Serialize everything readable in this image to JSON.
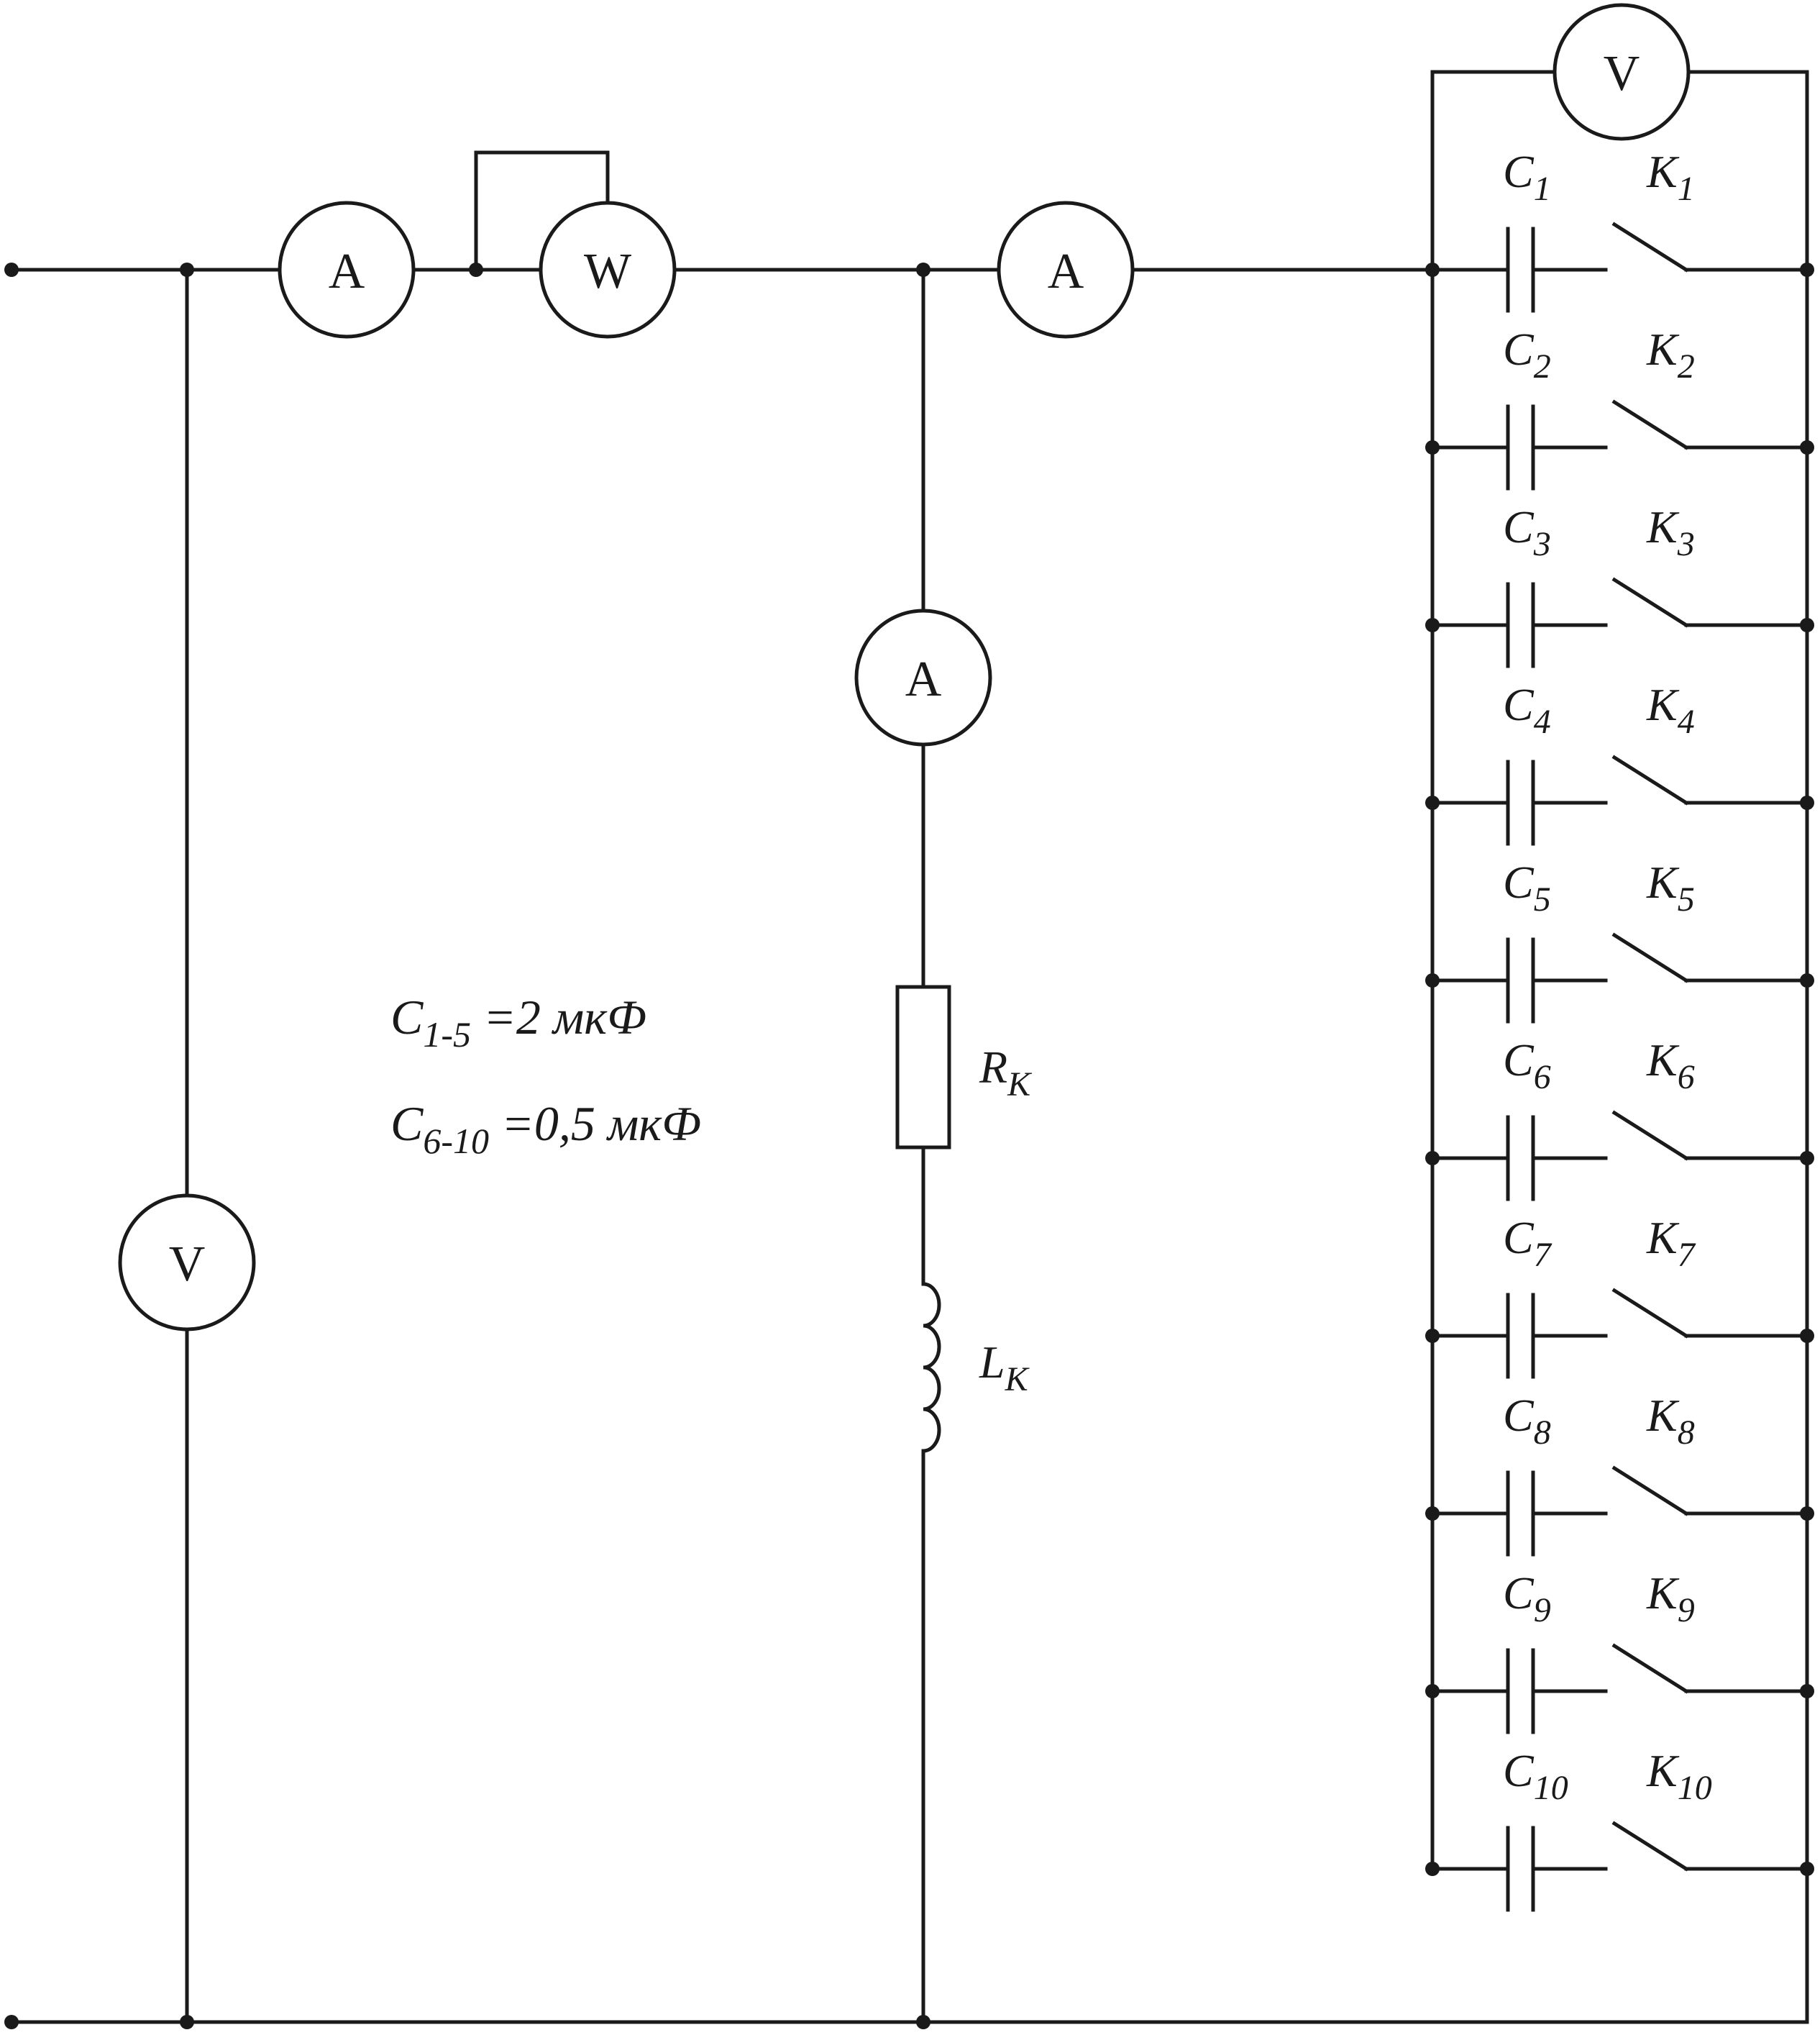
{
  "meters": {
    "ammeter_main": "A",
    "wattmeter": "W",
    "ammeter_capacitor_bank": "A",
    "ammeter_coil": "A",
    "voltmeter_input": "V",
    "voltmeter_capacitor_bank": "V"
  },
  "coil": {
    "resistor_symbol": "R",
    "resistor_subscript": "K",
    "inductor_symbol": "L",
    "inductor_subscript": "K"
  },
  "capacitor_bank": {
    "capacitor_symbol": "C",
    "switch_symbol": "K",
    "branches": [
      {
        "capacitor_index": "1",
        "switch_index": "1"
      },
      {
        "capacitor_index": "2",
        "switch_index": "2"
      },
      {
        "capacitor_index": "3",
        "switch_index": "3"
      },
      {
        "capacitor_index": "4",
        "switch_index": "4"
      },
      {
        "capacitor_index": "5",
        "switch_index": "5"
      },
      {
        "capacitor_index": "6",
        "switch_index": "6"
      },
      {
        "capacitor_index": "7",
        "switch_index": "7"
      },
      {
        "capacitor_index": "8",
        "switch_index": "8"
      },
      {
        "capacitor_index": "9",
        "switch_index": "9"
      },
      {
        "capacitor_index": "10",
        "switch_index": "10"
      }
    ]
  },
  "notes": {
    "line1": {
      "symbol": "C",
      "subscript": "1-5",
      "value": " =2 мкФ"
    },
    "line2": {
      "symbol": "C",
      "subscript": "6-10",
      "value": " =0,5 мкФ"
    }
  },
  "colors": {
    "line": "#1a1a1a",
    "background": "#ffffff"
  }
}
